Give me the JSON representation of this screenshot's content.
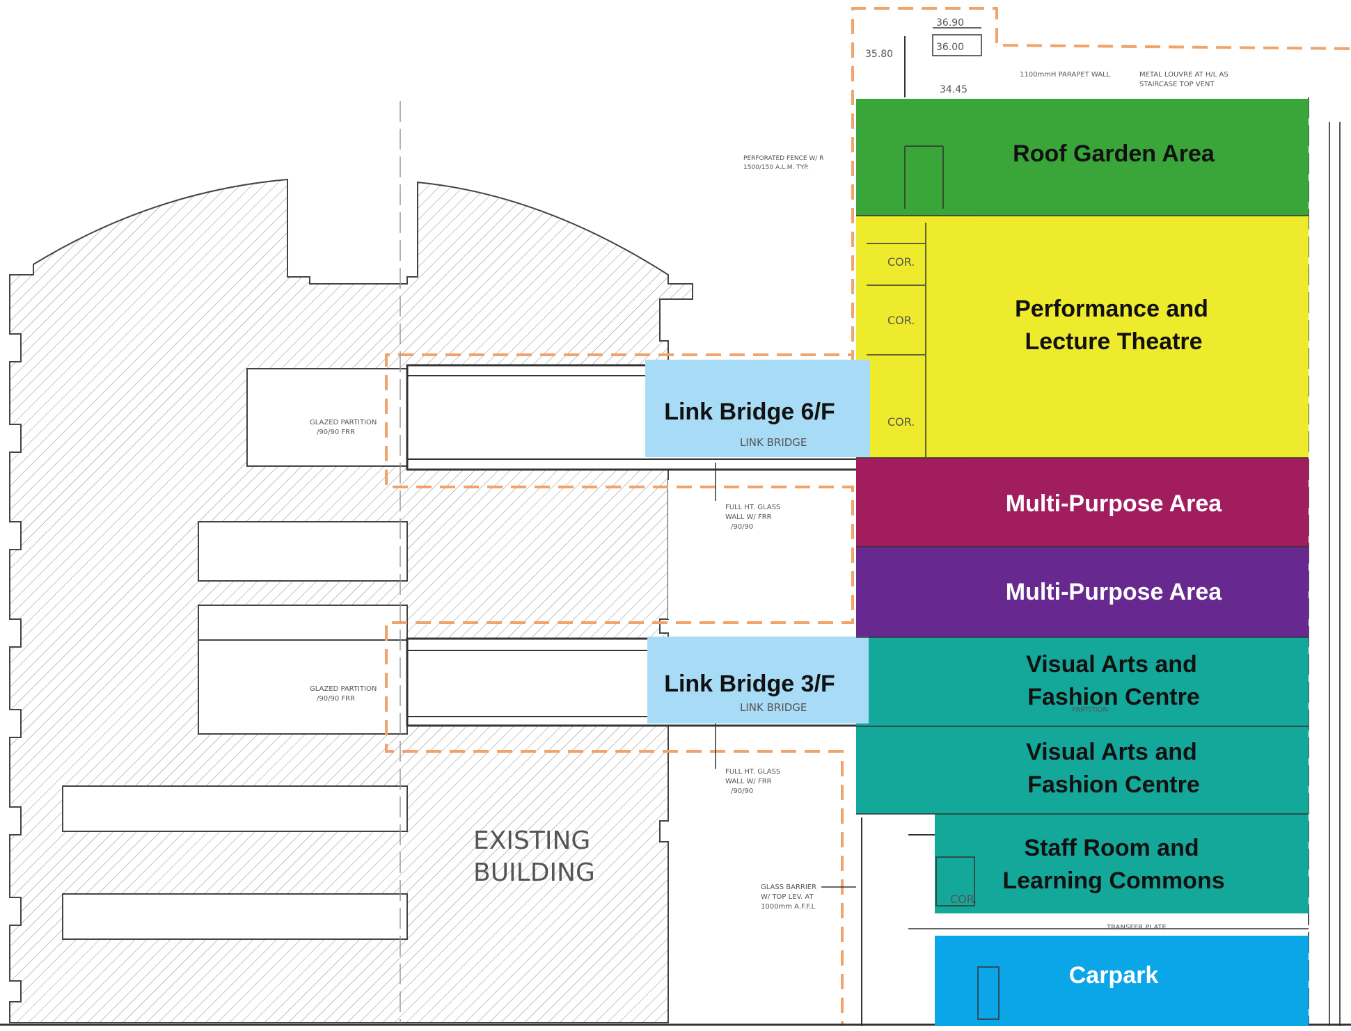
{
  "zones": {
    "roof_garden": {
      "label": "Roof Garden Area",
      "color": "#3aa63a",
      "text_color": "#111111"
    },
    "theatre": {
      "line1": "Performance and",
      "line2": "Lecture Theatre",
      "color": "#eeea2c",
      "text_color": "#111111"
    },
    "multi_purpose_1": {
      "label": "Multi-Purpose Area",
      "color": "#a11d5e",
      "text_color": "#ffffff"
    },
    "multi_purpose_2": {
      "label": "Multi-Purpose Area",
      "color": "#67298f",
      "text_color": "#ffffff"
    },
    "visual_arts_1": {
      "line1": "Visual Arts and",
      "line2": "Fashion Centre",
      "color": "#14a89a",
      "text_color": "#111111"
    },
    "visual_arts_2": {
      "line1": "Visual Arts and",
      "line2": "Fashion Centre",
      "color": "#14a89a",
      "text_color": "#111111"
    },
    "staff_room": {
      "line1": "Staff Room and",
      "line2": "Learning Commons",
      "color": "#14a89a",
      "text_color": "#111111"
    },
    "carpark": {
      "label": "Carpark",
      "color": "#0aa6e8",
      "text_color": "#ffffff"
    },
    "link_bridge_6": {
      "label": "Link Bridge 6/F",
      "color": "#a8dbf5",
      "text_color": "#111111"
    },
    "link_bridge_3": {
      "label": "Link Bridge 3/F",
      "color": "#a8dbf5",
      "text_color": "#111111"
    }
  },
  "drawing": {
    "existing_line1": "EXISTING",
    "existing_line2": "BUILDING",
    "link_bridge_note": "LINK BRIDGE",
    "cor": "COR.",
    "transfer_plate": "TRANSFER PLATE",
    "level_1": "36.90",
    "level_2": "36.00",
    "level_3": "35.80",
    "level_4": "34.45",
    "parapet_note": "1100mmH PARAPET WALL",
    "louvre_note_1": "METAL LOUVRE AT H/L AS",
    "louvre_note_2": "STAIRCASE TOP VENT",
    "fence_note_1": "PERFORATED FENCE W/ R",
    "fence_note_2": "1500/150 A.L.M. TYP.",
    "glazed_partition_1": "GLAZED PARTITION",
    "glazed_partition_2": "/90/90 FRR",
    "glass_wall_1": "FULL HT. GLASS",
    "glass_wall_2": "WALL W/ FRR",
    "glass_wall_3": "/90/90",
    "glass_barrier_1": "GLASS BARRIER",
    "glass_barrier_2": "W/ TOP LEV. AT",
    "glass_barrier_3": "1000mm A.F.F.L",
    "partition_note": "PARTITION",
    "accent_dash": "#f0a46b",
    "line_color": "#333333"
  }
}
